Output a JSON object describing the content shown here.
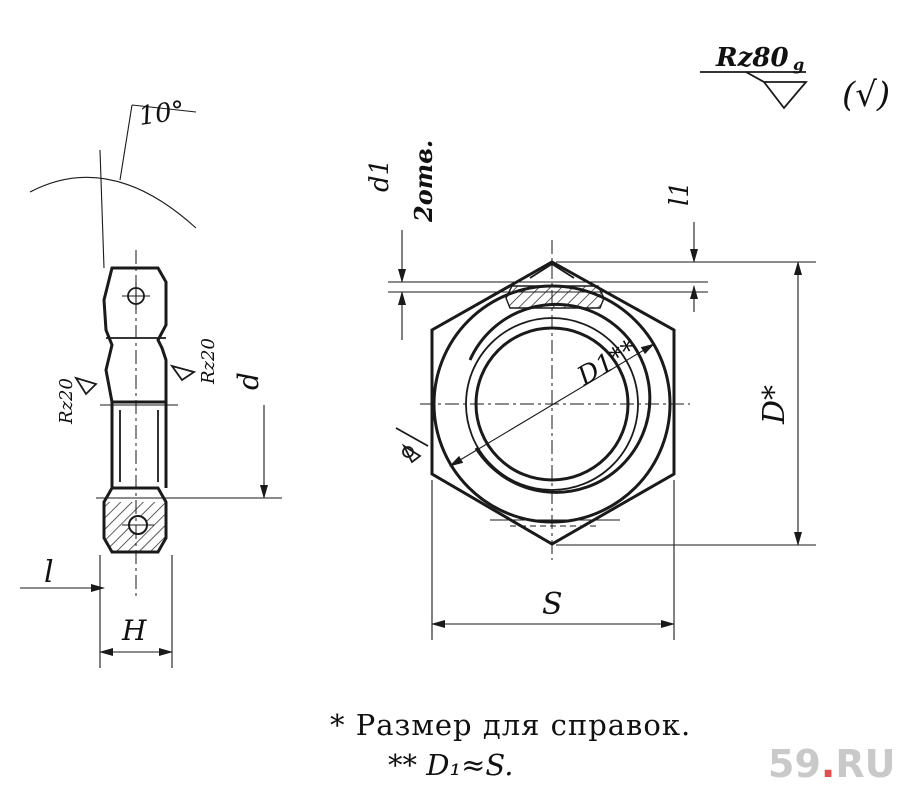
{
  "labels": {
    "angle": "10°",
    "rz_top": "Rz80",
    "rz_top_sub": "g",
    "rz_general": "(√)",
    "rz_left_a": "Rz20",
    "rz_left_b": "Rz20",
    "dim_d1": "d1",
    "dim_2otv": "2отв.",
    "dim_l1": "l1",
    "dim_d": "d",
    "dim_D1": "D1**",
    "dim_D": "D*",
    "dim_S": "S",
    "dim_l": "l",
    "dim_H": "H"
  },
  "notes": {
    "note1": "* Размер для справок.",
    "note2": "** D₁≈S."
  },
  "watermark": {
    "text_a": "59",
    "dot": ".",
    "text_b": "RU"
  }
}
